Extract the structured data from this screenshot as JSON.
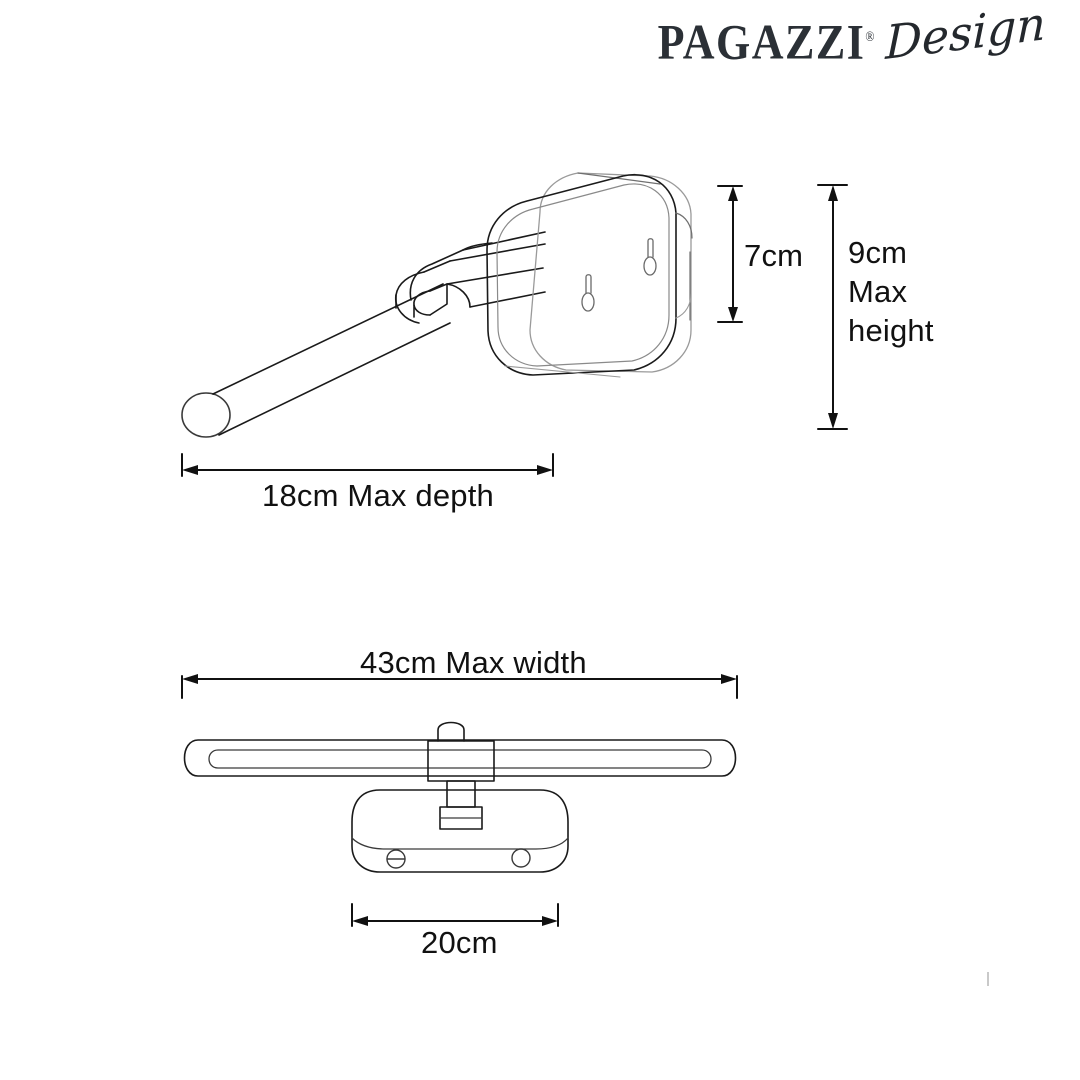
{
  "document": {
    "type": "product-dimension-diagram",
    "background_color": "#ffffff",
    "line_color": "#1a1a1a",
    "text_color": "#111111"
  },
  "brand": {
    "name": "PAGAZZI",
    "trademark": "®",
    "script_word": "Design",
    "color": "#2b3036"
  },
  "dimensions": {
    "height_inner": "7cm",
    "height_max": "9cm\nMax\nheight",
    "depth_max": "18cm Max depth",
    "width_max": "43cm Max width",
    "base_width": "20cm"
  },
  "views": {
    "top": {
      "name": "side-perspective-view",
      "description": "Isometric line drawing of picture light: cylindrical arm, pivot knuckle and rounded rectangular head with two keyhole slots"
    },
    "bottom": {
      "name": "front-elevation-view",
      "description": "Front view of light bar with central mounting bracket, stem and rounded base plate with screw and hole"
    }
  },
  "chart_data": {
    "type": "table",
    "title": "Picture light dimensions",
    "categories": [
      "7cm",
      "9cm Max height",
      "18cm Max depth",
      "43cm Max width",
      "20cm"
    ],
    "values": [
      7,
      9,
      18,
      43,
      20
    ],
    "units": "cm",
    "xlabel": "",
    "ylabel": ""
  }
}
